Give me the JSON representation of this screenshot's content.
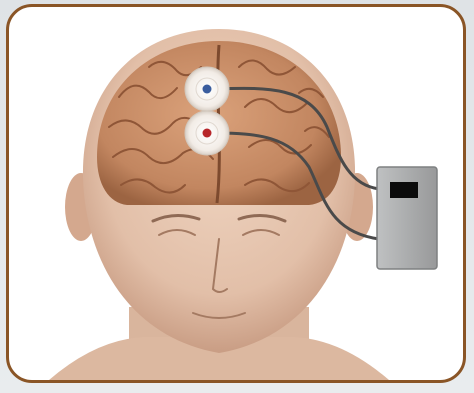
{
  "figure": {
    "subject": "tdcs-brain-stimulation-illustration",
    "colors": {
      "frame_border": "#8a5526",
      "skin": "#e3c3ad",
      "brain": "#c98f68",
      "brain_fold": "#8f5637",
      "anode_dot": "#3a5d9e",
      "cathode_dot": "#b7262a",
      "cable": "#4a4a4a",
      "device_body": "#a8aaab",
      "device_screen": "#0b0b0b"
    },
    "electrodes": [
      "anode",
      "cathode"
    ],
    "icons": [
      "electrode-icon",
      "stimulator-device-icon"
    ]
  }
}
